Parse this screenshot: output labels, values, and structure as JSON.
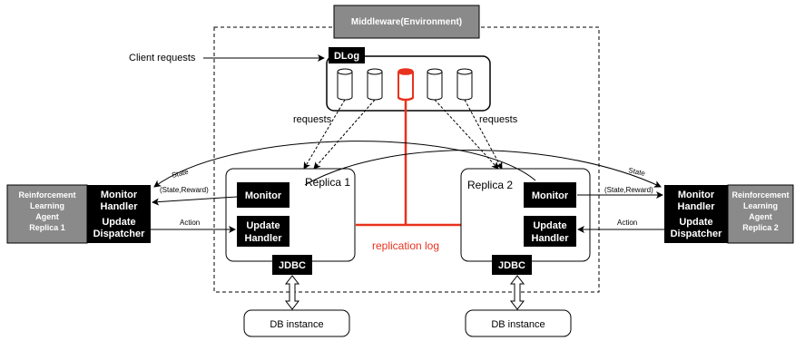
{
  "middleware": "Middleware(Environment)",
  "client_requests": "Client requests",
  "dlog": "DLog",
  "requests_left": "requests",
  "requests_right": "requests",
  "replication_log": "replication log",
  "left": {
    "rl_agent": [
      "Reinforcement",
      "Learning",
      "Agent",
      "Replica 1"
    ],
    "monitor_handler": [
      "Monitor",
      "Handler"
    ],
    "update_dispatcher": [
      "Update",
      "Dispatcher"
    ],
    "state": "State",
    "state_reward": "(State,Reward)",
    "action": "Action"
  },
  "right": {
    "rl_agent": [
      "Reinforcement",
      "Learning",
      "Agent",
      "Replica 2"
    ],
    "monitor_handler": [
      "Monitor",
      "Handler"
    ],
    "update_dispatcher": [
      "Update",
      "Dispatcher"
    ],
    "state": "State",
    "state_reward": "(State,Reward)",
    "action": "Action"
  },
  "replica1": {
    "title": "Replica 1",
    "monitor": "Monitor",
    "update_handler": [
      "Update",
      "Handler"
    ],
    "jdbc": "JDBC",
    "db": "DB instance"
  },
  "replica2": {
    "title": "Replica 2",
    "monitor": "Monitor",
    "update_handler": [
      "Update",
      "Handler"
    ],
    "jdbc": "JDBC",
    "db": "DB instance"
  },
  "colors": {
    "black": "#000000",
    "gray": "#8a8a8a",
    "red": "#e8321e"
  }
}
